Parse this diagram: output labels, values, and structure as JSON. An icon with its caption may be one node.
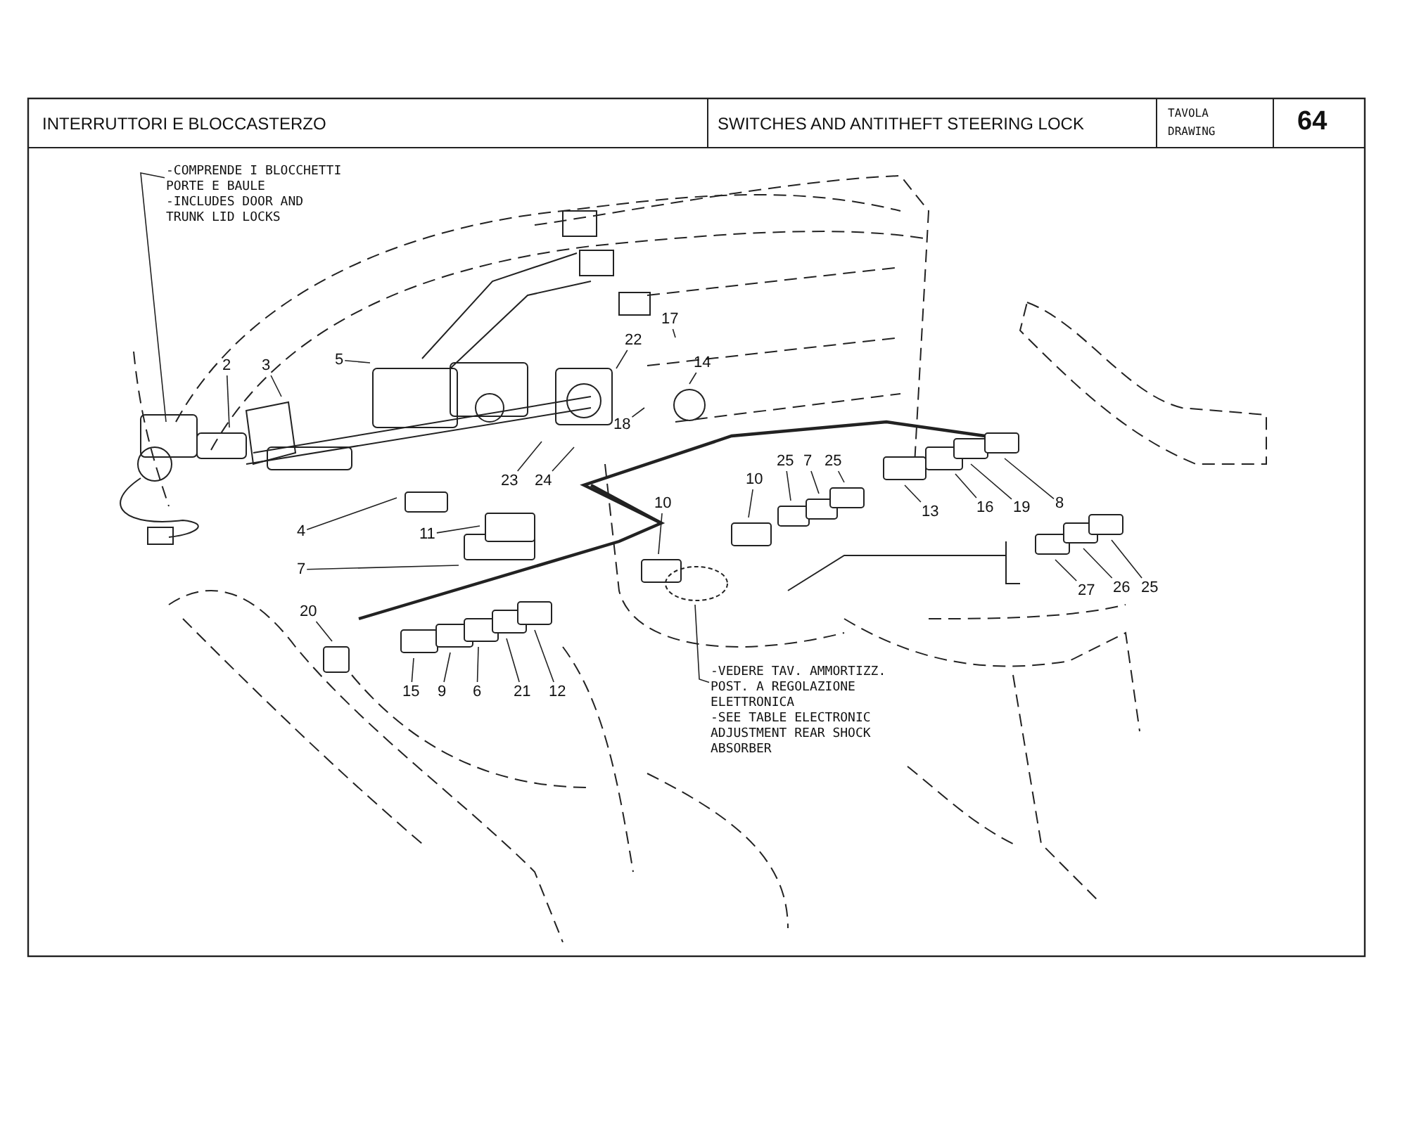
{
  "diagram": {
    "title": "INTERRUTTORI E BLOCCASTERZO",
    "nodes": [
      {
        "text": [
          "-COMPRENDE I BLOCCHETTI PORTE E BAULE",
          "-INCLUDES DOOR AND TRUNK LID LOCKS"
        ]
      },
      {
        "text": [
          "2"
        ]
      },
      {
        "text": [
          "3"
        ]
      },
      {
        "text": [
          "5"
        ]
      },
      {
        "text": [
          "22"
        ]
      },
      {
        "text": [
          "17"
        ]
      },
      {
        "text": [
          "14"
        ]
      },
      {
        "text": [
          "18"
        ]
      },
      {
        "text": [
          "23"
        ]
      },
      {
        "text": [
          "24"
        ]
      },
      {
        "text": [
          "4"
        ]
      },
      {
        "text": [
          "11"
        ]
      },
      {
        "text": [
          "7"
        ]
      },
      {
        "text": [
          "10"
        ]
      },
      {
        "text": [
          "10"
        ]
      },
      {
        "text": [
          "25"
        ]
      },
      {
        "text": [
          "7"
        ]
      },
      {
        "text": [
          "25"
        ]
      },
      {
        "text": [
          "13"
        ]
      },
      {
        "text": [
          "16"
        ]
      },
      {
        "text": [
          "19"
        ]
      },
      {
        "text": [
          "8"
        ]
      },
      {
        "text": [
          "27"
        ]
      },
      {
        "text": [
          "26"
        ]
      },
      {
        "text": [
          "25"
        ]
      },
      {
        "text": [
          "20"
        ]
      },
      {
        "text": [
          "15"
        ]
      },
      {
        "text": [
          "9"
        ]
      },
      {
        "text": [
          "6"
        ]
      },
      {
        "text": [
          "21"
        ]
      },
      {
        "text": [
          "12"
        ]
      },
      {
        "text": [
          "-VEDERE TAV. AMMORTIZZ. POST. A REGOLAZIONE ELETTRONICA",
          "-SEE TABLE ELECTRONIC ADJUSTMENT REAR SHOCK ABSORBER"
        ]
      }
    ],
    "edges": [
      {
        "from": 0,
        "to": null,
        "arrow": "none"
      },
      {
        "from": 1,
        "to": null,
        "arrow": "none"
      },
      {
        "from": 2,
        "to": null,
        "arrow": "none"
      },
      {
        "from": 3,
        "to": null,
        "arrow": "none"
      },
      {
        "from": 4,
        "to": null,
        "arrow": "none"
      },
      {
        "from": 5,
        "to": null,
        "arrow": "none"
      },
      {
        "from": 6,
        "to": null,
        "arrow": "none"
      },
      {
        "from": 7,
        "to": null,
        "arrow": "none"
      },
      {
        "from": 8,
        "to": null,
        "arrow": "none"
      },
      {
        "from": 9,
        "to": null,
        "arrow": "none"
      },
      {
        "from": 10,
        "to": null,
        "arrow": "none"
      },
      {
        "from": 11,
        "to": null,
        "arrow": "none"
      },
      {
        "from": 12,
        "to": null,
        "arrow": "none"
      },
      {
        "from": 13,
        "to": null,
        "arrow": "none"
      },
      {
        "from": 14,
        "to": null,
        "arrow": "none"
      },
      {
        "from": 15,
        "to": null,
        "arrow": "none"
      },
      {
        "from": 16,
        "to": null,
        "arrow": "none"
      },
      {
        "from": 17,
        "to": null,
        "arrow": "none"
      },
      {
        "from": 18,
        "to": null,
        "arrow": "none"
      },
      {
        "from": 19,
        "to": null,
        "arrow": "none"
      },
      {
        "from": 20,
        "to": null,
        "arrow": "none"
      },
      {
        "from": 21,
        "to": null,
        "arrow": "none"
      },
      {
        "from": 22,
        "to": null,
        "arrow": "none"
      },
      {
        "from": 23,
        "to": null,
        "arrow": "none"
      },
      {
        "from": 24,
        "to": null,
        "arrow": "none"
      },
      {
        "from": 25,
        "to": null,
        "arrow": "none"
      },
      {
        "from": 26,
        "to": null,
        "arrow": "none"
      },
      {
        "from": 27,
        "to": null,
        "arrow": "none"
      },
      {
        "from": 28,
        "to": null,
        "arrow": "none"
      },
      {
        "from": 29,
        "to": null,
        "arrow": "none"
      },
      {
        "from": 30,
        "to": null,
        "arrow": "none"
      },
      {
        "from": 31,
        "to": null,
        "arrow": "none"
      }
    ],
    "labels": [
      "SWITCHES AND ANTITHEFT STEERING LOCK",
      "TAVOLA",
      "DRAWING",
      "64"
    ]
  }
}
